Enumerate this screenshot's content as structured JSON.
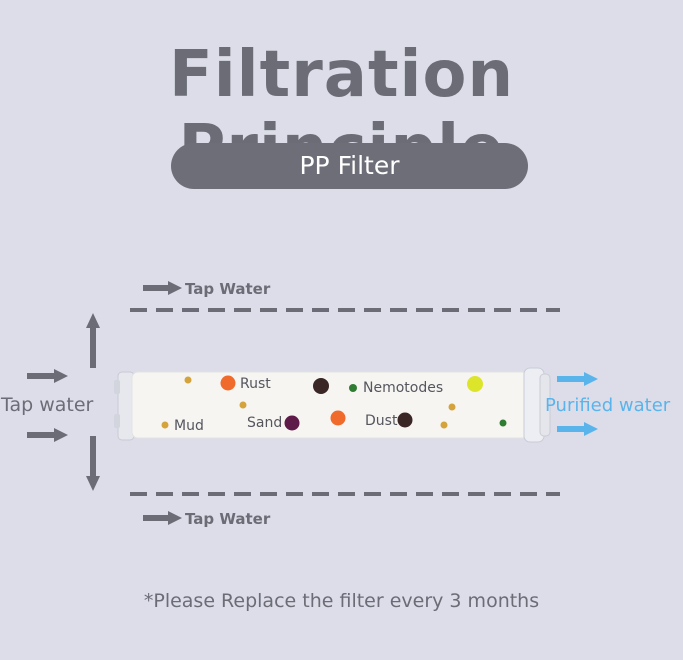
{
  "title": "Filtration Principle",
  "subtitle": "PP Filter",
  "labels": {
    "tap_water_top": "Tap Water",
    "tap_water_bottom": "Tap Water",
    "tap_water_left": "Tap water",
    "purified_water": "Purified water"
  },
  "particles": {
    "rust": "Rust",
    "nemotodes": "Nemotodes",
    "mud": "Mud",
    "sand": "Sand",
    "dust": "Dust"
  },
  "footnote": "*Please Replace the filter every 3 months",
  "colors": {
    "background": "#dcdde8",
    "text_gray": "#6b6c76",
    "pill_gray": "#6d6e78",
    "purified_blue": "#5ab4ec",
    "rust_orange": "#f06a2c",
    "dust_dark": "#3a2624",
    "sand_purple": "#5e1a48",
    "nemotode_green": "#2e7d32",
    "yellow_green": "#dde52a",
    "mud_gold": "#d4a33c"
  }
}
